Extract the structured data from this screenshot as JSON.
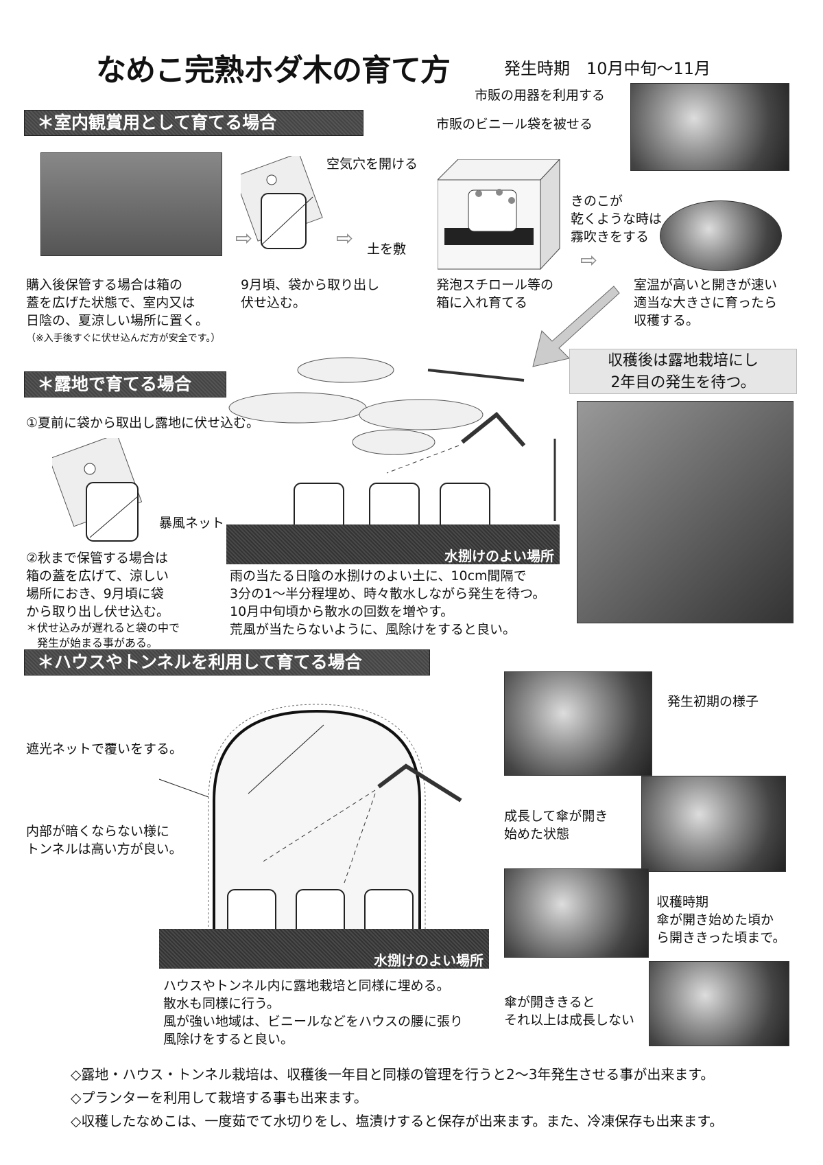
{
  "header": {
    "title": "なめこ完熟ホダ木の育て方",
    "period": "発生時期　10月中旬～11月"
  },
  "indoor": {
    "heading": "＊室内観賞用として育てる場合",
    "label_container": "市販の用器を利用する",
    "label_bag": "市販のビニール袋を被せる",
    "label_airhole": "空気穴を開ける",
    "label_soil": "土を敷",
    "label_mist": "きのこが\n乾くような時は\n霧吹きをする",
    "caption1": "購入後保管する場合は箱の\n蓋を広げた状態で、室内又は\n日陰の、夏涼しい場所に置く。",
    "caption1_note": "（※入手後すぐに伏せ込んだ方が安全です。）",
    "caption2": "9月頃、袋から取り出し\n伏せ込む。",
    "caption3": "発泡スチロール等の\n箱に入れ育てる",
    "caption4": "室温が高いと開きが速い\n適当な大きさに育ったら\n収穫する。",
    "after_harvest": "収穫後は露地栽培にし\n2年目の発生を待つ。"
  },
  "outdoor": {
    "heading": "＊露地で育てる場合",
    "step1": "①夏前に袋から取出し露地に伏せ込む。",
    "label_net": "暴風ネット",
    "ground_label": "水捌けのよい場所",
    "step2": "②秋まで保管する場合は\n箱の蓋を広げて、涼しい\n場所におき、9月頃に袋\nから取り出し伏せ込む。",
    "step2_note": "＊伏せ込みが遅れると袋の中で\n　発生が始まる事がある。",
    "description": "雨の当たる日陰の水捌けのよい土に、10cm間隔で\n3分の1～半分程埋め、時々散水しながら発生を待つ。\n10月中旬頃から散水の回数を増やす。\n荒風が当たらないように、風除けをすると良い。"
  },
  "house": {
    "heading": "＊ハウスやトンネルを利用して育てる場合",
    "label_shade": "遮光ネットで覆いをする。",
    "label_height": "内部が暗くならない様に\nトンネルは高い方が良い。",
    "ground_label": "水捌けのよい場所",
    "description": "ハウスやトンネル内に露地栽培と同様に埋める。\n散水も同様に行う。\n風が強い地域は、ビニールなどをハウスの腰に張り\n風除けをすると良い。",
    "photo1": "発生初期の様子",
    "photo2": "成長して傘が開き\n始めた状態",
    "photo3": "収穫時期\n傘が開き始めた頃か\nら開ききった頃まで。",
    "photo4": "傘が開ききると\nそれ以上は成長しない"
  },
  "notes": [
    "◇露地・ハウス・トンネル栽培は、収穫後一年目と同様の管理を行うと2～3年発生させる事が出来ます。",
    "◇プランターを利用して栽培する事も出来ます。",
    "◇収穫したなめこは、一度茹でて水切りをし、塩漬けすると保存が出来ます。また、冷凍保存も出来ます。"
  ]
}
